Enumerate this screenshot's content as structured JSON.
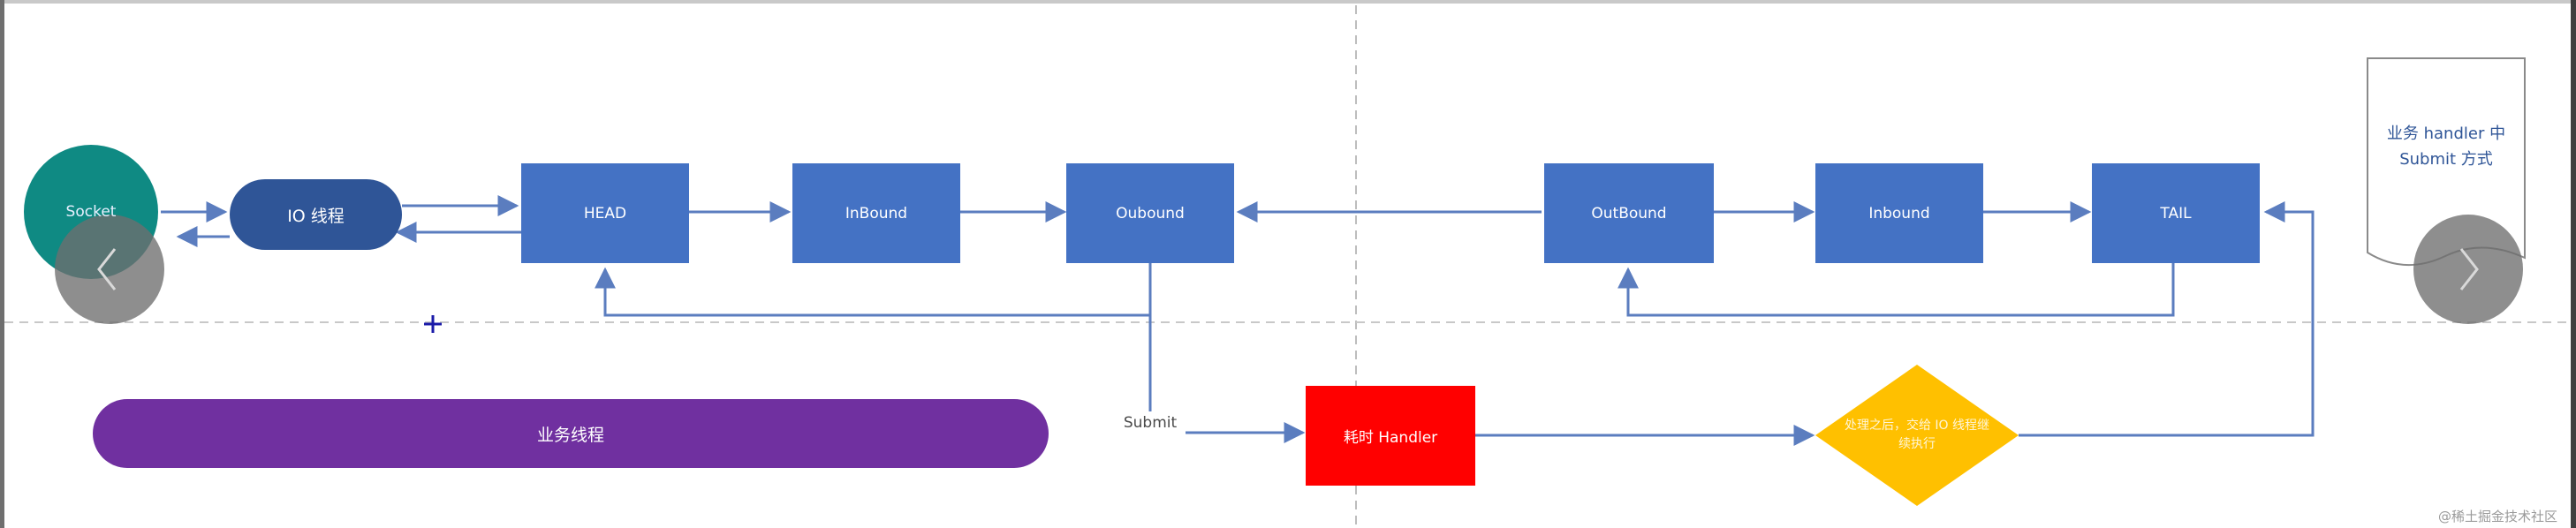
{
  "diagram": {
    "nodes": {
      "socket": "Socket",
      "io_thread": "IO 线程",
      "head": "HEAD",
      "inbound_1": "InBound",
      "oubound": "Oubound",
      "outbound_2": "OutBound",
      "inbound_2": "Inbound",
      "tail": "TAIL",
      "business_thread": "业务线程",
      "slow_handler": "耗时 Handler",
      "decision": "处理之后，交给 IO 线程继续执行",
      "note": "业务 handler 中 Submit 方式"
    },
    "edge_labels": {
      "submit": "Submit"
    },
    "watermark": "@稀土掘金技术社区",
    "colors": {
      "box_blue": "#4472c4",
      "pill_dark_blue": "#2f5597",
      "teal": "#0f8a83",
      "purple": "#7030a0",
      "red": "#ff0000",
      "yellow": "#ffc000",
      "arrow": "#5b7dbf"
    },
    "icons": {
      "left_nav": "chevron-left-icon",
      "right_nav": "chevron-right-icon",
      "cursor": "crosshair-cursor-icon"
    }
  }
}
